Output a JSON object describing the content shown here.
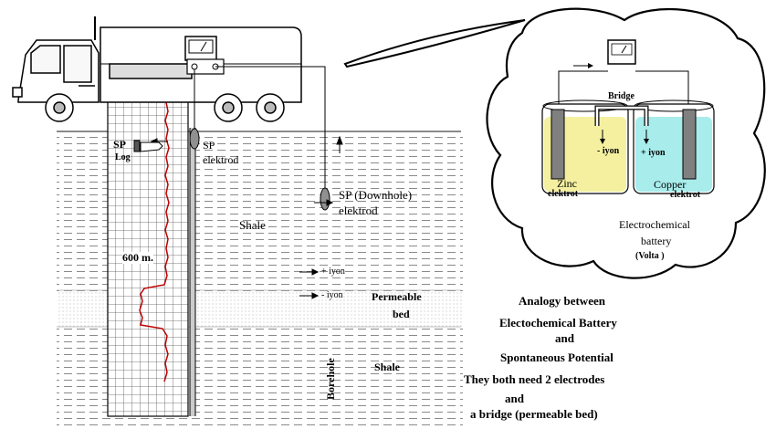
{
  "labels": {
    "sp_log_1": "SP",
    "sp_log_2": "Log",
    "sp_surface_1": "SP",
    "sp_surface_2": "elektrod",
    "sp_downhole_1": "SP  (Downhole)",
    "sp_downhole_2": "elektrod",
    "shale_upper": "Shale",
    "depth": "600 m.",
    "plus_ion": "+ iyon",
    "minus_ion": "- iyon",
    "permeable_1": "Permeable",
    "permeable_2": "bed",
    "shale_lower": "Shale",
    "borehole": "Borehole"
  },
  "battery": {
    "bridge": "Bridge",
    "minus_ion": "- iyon",
    "plus_ion": "+ iyon",
    "zinc_1": "Zinc",
    "zinc_2": "elektrot",
    "copper_1": "Copper",
    "copper_2": "elektrot",
    "title_1": "Electrochemical",
    "title_2": "battery",
    "title_3": "(Volta       )"
  },
  "caption": {
    "line1": "Analogy between",
    "line2": "Electochemical Battery",
    "line3": "and",
    "line4": "Spontaneous Potential",
    "line5": "They both need 2 electrodes",
    "line6": "and",
    "line7": "a bridge (permeable bed)"
  },
  "colors": {
    "zinc_solution": "#f4f0a0",
    "copper_solution": "#a8ecec",
    "electrode": "#808080",
    "sp_curve": "#c00000"
  }
}
